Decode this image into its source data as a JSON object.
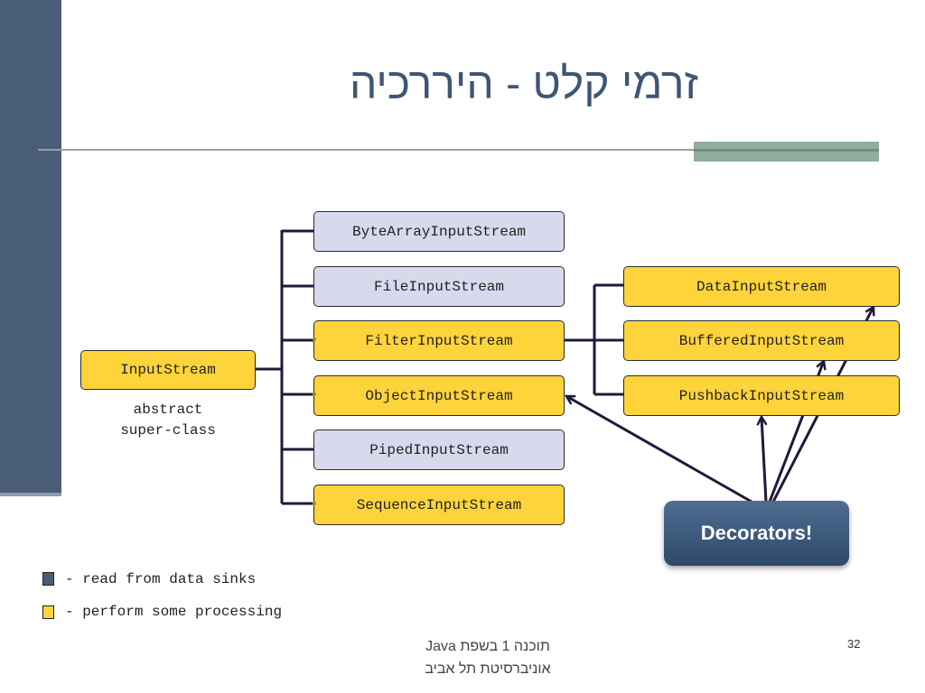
{
  "slide": {
    "title": "זרמי קלט - היררכיה",
    "page_number": "32",
    "footer_line1": "תוכנה 1 בשפת  Java",
    "footer_line2": "אוניברסיטת תל אביב"
  },
  "colors": {
    "sidebar": "#4a5d76",
    "title": "#3d5673",
    "processing": "#ffd43b",
    "data_sink": "#d7daec",
    "decorators_button": "#3b5a7e"
  },
  "diagram": {
    "root": {
      "label": "InputStream",
      "caption_line1": "abstract",
      "caption_line2": "super-class"
    },
    "children": [
      {
        "label": "ByteArrayInputStream",
        "kind": "data_sink"
      },
      {
        "label": "FileInputStream",
        "kind": "data_sink"
      },
      {
        "label": "FilterInputStream",
        "kind": "processing"
      },
      {
        "label": "ObjectInputStream",
        "kind": "processing"
      },
      {
        "label": "PipedInputStream",
        "kind": "data_sink"
      },
      {
        "label": "SequenceInputStream",
        "kind": "processing"
      }
    ],
    "filter_children": [
      {
        "label": "DataInputStream",
        "kind": "processing"
      },
      {
        "label": "BufferedInputStream",
        "kind": "processing"
      },
      {
        "label": "PushbackInputStream",
        "kind": "processing"
      }
    ],
    "decorators_label": "Decorators!"
  },
  "legend": {
    "data_sink_text": "- read from data sinks",
    "processing_text": "- perform some processing"
  }
}
